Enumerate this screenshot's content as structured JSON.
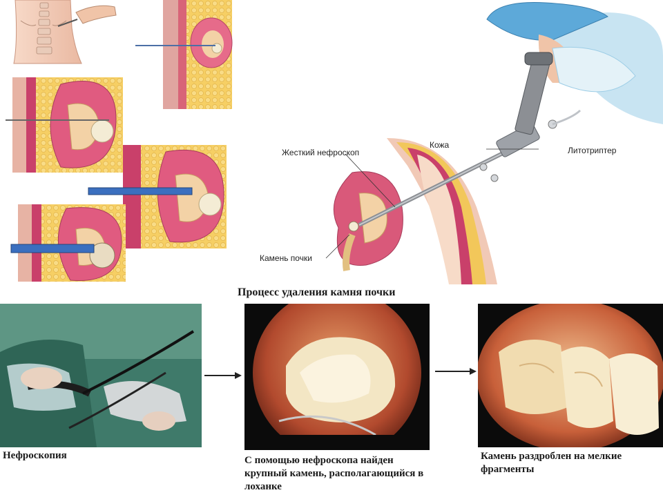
{
  "diagram": {
    "labels": {
      "rigid_nephroscope": "Жесткий нефроскоп",
      "skin": "Кожа",
      "lithotripter": "Литотриптер",
      "kidney_stone": "Камень почки"
    },
    "process_title": "Процесс удаления камня почки",
    "captions": {
      "nephroscopy": "Нефроскопия",
      "stone_found": "С помощью нефроскопа найден крупный камень, располагающийся в лоханке",
      "stone_fragmented": "Камень раздроблен на мелкие фрагменты"
    },
    "colors": {
      "kidney": "#d9597a",
      "fat": "#f2c75a",
      "skin": "#f1c9b6",
      "muscle": "#c9406a",
      "stone": "#f3e6c4",
      "instrument": "#8c8f94",
      "needle": "#3b6fbf"
    }
  }
}
